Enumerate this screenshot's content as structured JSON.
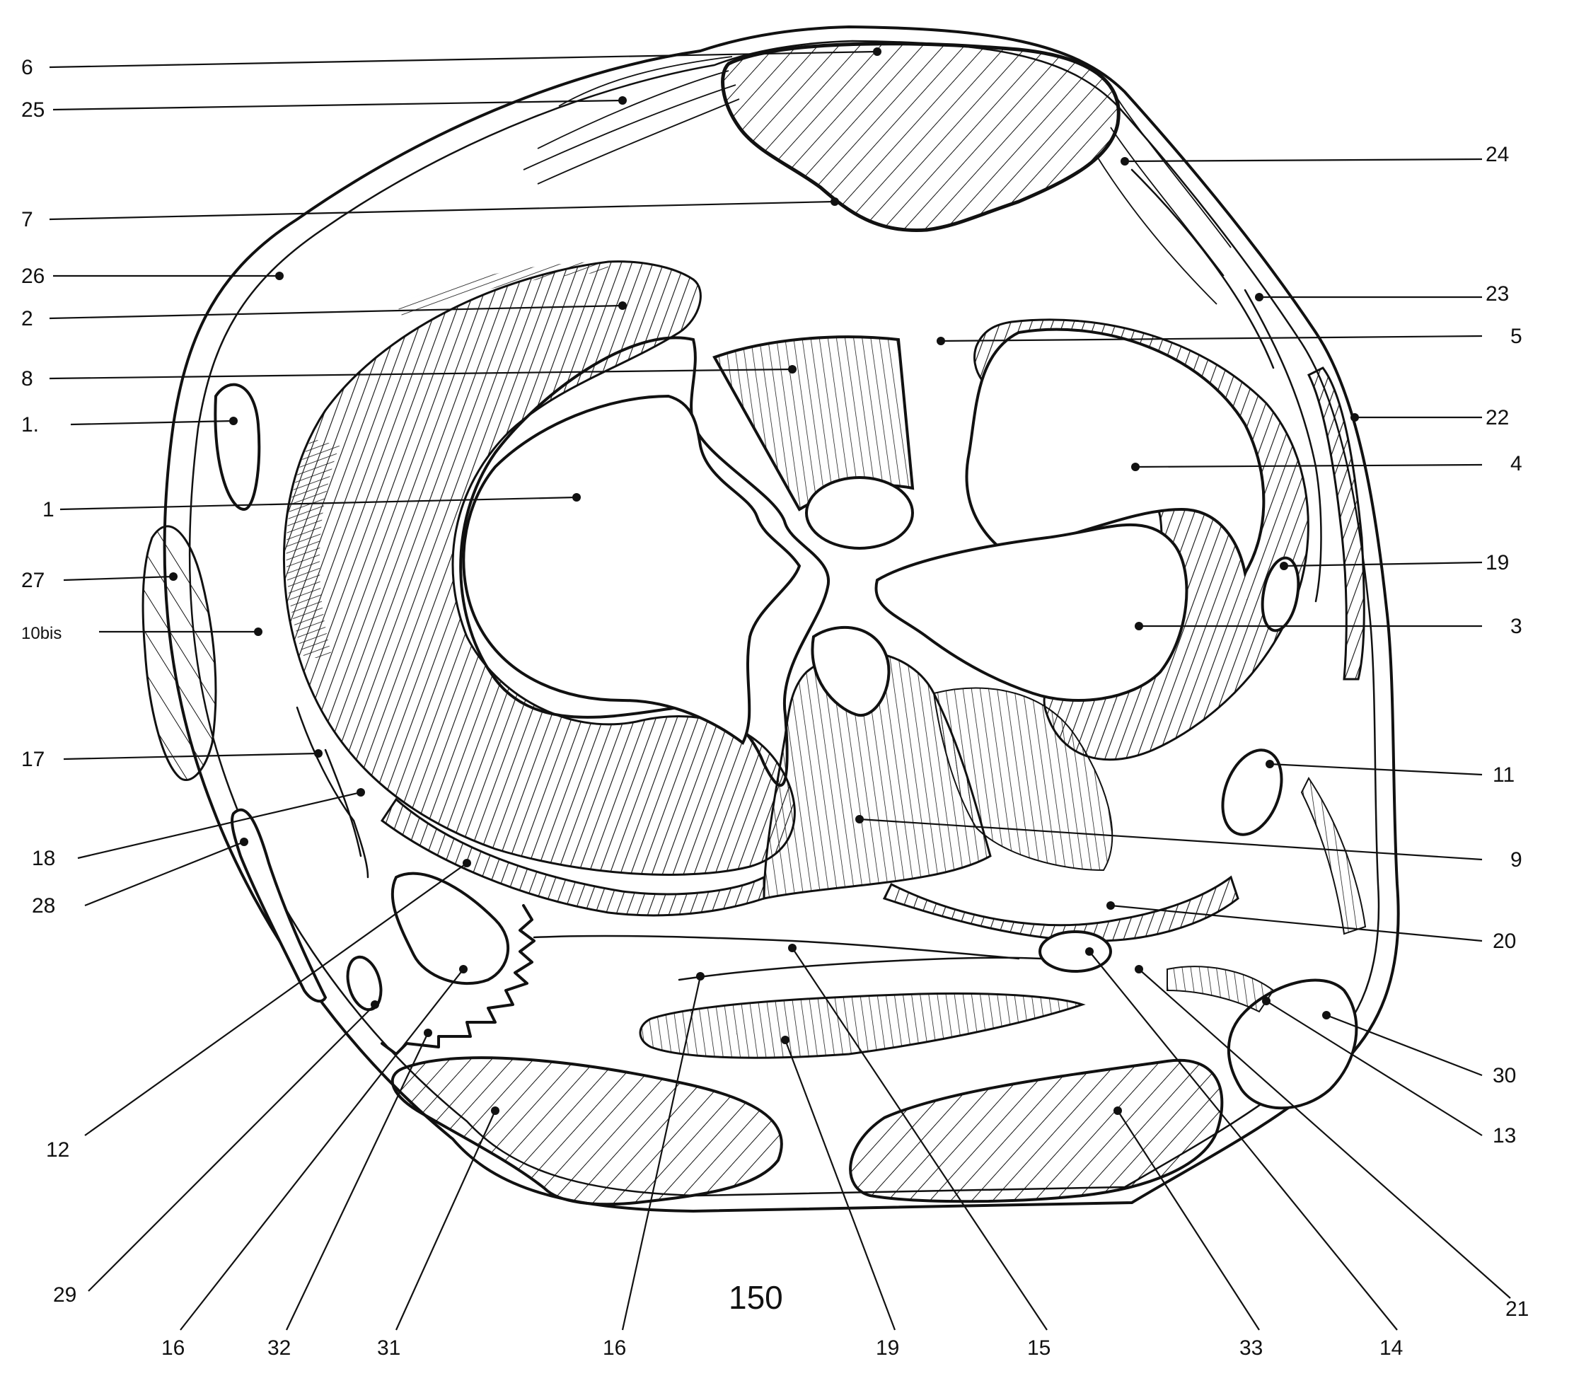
{
  "figure_number": "150",
  "labels": [
    {
      "id": "l6",
      "text": "6"
    },
    {
      "id": "l25",
      "text": "25"
    },
    {
      "id": "l7",
      "text": "7"
    },
    {
      "id": "l26",
      "text": "26"
    },
    {
      "id": "l2",
      "text": "2"
    },
    {
      "id": "l8",
      "text": "8"
    },
    {
      "id": "l1a",
      "text": "1."
    },
    {
      "id": "l1b",
      "text": "1"
    },
    {
      "id": "l27",
      "text": "27"
    },
    {
      "id": "l10bis",
      "text": "10bis"
    },
    {
      "id": "l17",
      "text": "17"
    },
    {
      "id": "l18",
      "text": "18"
    },
    {
      "id": "l28",
      "text": "28"
    },
    {
      "id": "l12",
      "text": "12"
    },
    {
      "id": "l29",
      "text": "29"
    },
    {
      "id": "l16a",
      "text": "16"
    },
    {
      "id": "l32",
      "text": "32"
    },
    {
      "id": "l31",
      "text": "31"
    },
    {
      "id": "l16b",
      "text": "16"
    },
    {
      "id": "l19b",
      "text": "19"
    },
    {
      "id": "l15",
      "text": "15"
    },
    {
      "id": "l33",
      "text": "33"
    },
    {
      "id": "l14",
      "text": "14"
    },
    {
      "id": "l21",
      "text": "21"
    },
    {
      "id": "l24",
      "text": "24"
    },
    {
      "id": "l23",
      "text": "23"
    },
    {
      "id": "l5",
      "text": "5"
    },
    {
      "id": "l22",
      "text": "22"
    },
    {
      "id": "l4",
      "text": "4"
    },
    {
      "id": "l19a",
      "text": "19"
    },
    {
      "id": "l3",
      "text": "3"
    },
    {
      "id": "l11",
      "text": "11"
    },
    {
      "id": "l9",
      "text": "9"
    },
    {
      "id": "l20",
      "text": "20"
    },
    {
      "id": "l30",
      "text": "30"
    },
    {
      "id": "l13",
      "text": "13"
    }
  ]
}
